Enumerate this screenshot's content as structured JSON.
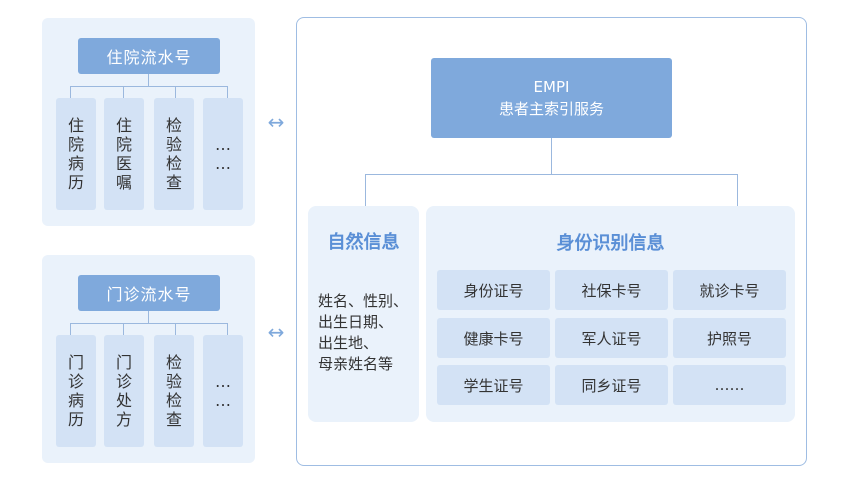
{
  "inpatient": {
    "title": "住院流水号",
    "columns": [
      {
        "chars": [
          "住",
          "院",
          "病",
          "历"
        ]
      },
      {
        "chars": [
          "住",
          "院",
          "医",
          "嘱"
        ]
      },
      {
        "chars": [
          "检",
          "验",
          "检",
          "查"
        ]
      },
      {
        "chars": [
          "…",
          "…"
        ]
      }
    ]
  },
  "outpatient": {
    "title": "门诊流水号",
    "columns": [
      {
        "chars": [
          "门",
          "诊",
          "病",
          "历"
        ]
      },
      {
        "chars": [
          "门",
          "诊",
          "处",
          "方"
        ]
      },
      {
        "chars": [
          "检",
          "验",
          "检",
          "查"
        ]
      },
      {
        "chars": [
          "…",
          "…"
        ]
      }
    ]
  },
  "arrow_glyph": "↔",
  "empi": {
    "line1": "EMPI",
    "line2": "患者主索引服务"
  },
  "natural_info": {
    "title": "自然信息",
    "lines": [
      "姓名、性别、",
      "出生日期、",
      "出生地、",
      "母亲姓名等"
    ]
  },
  "identity_info": {
    "title": "身份识别信息",
    "cells": [
      "身份证号",
      "社保卡号",
      "就诊卡号",
      "健康卡号",
      "军人证号",
      "护照号",
      "学生证号",
      "同乡证号",
      "……"
    ]
  },
  "colors": {
    "accent": "#7fa9dc",
    "panel_bg": "#eaf2fb",
    "cell_bg": "#d3e2f5",
    "title_blue": "#5a8fd6"
  }
}
